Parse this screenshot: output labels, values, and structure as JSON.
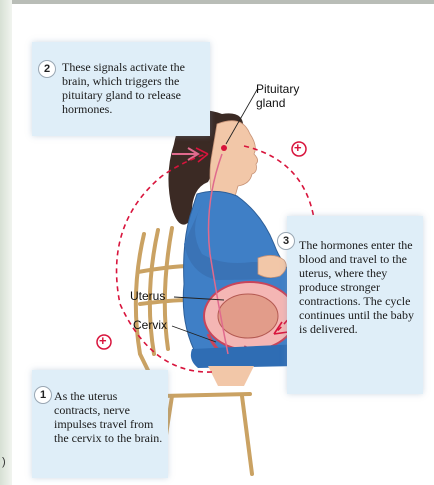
{
  "steps": [
    {
      "number": "1",
      "text": "As the uterus contracts, nerve impulses travel from the cervix to the brain."
    },
    {
      "number": "2",
      "text": "These signals activate the brain, which triggers the pituitary gland to release hormones."
    },
    {
      "number": "3",
      "text": "The hormones enter the blood and travel to the uterus, where they produce stronger contractions. The cycle continues until the baby is delivered."
    }
  ],
  "labels": {
    "pituitary": "Pituitary gland",
    "uterus": "Uterus",
    "cervix": "Cervix"
  },
  "signs": {
    "plus": "+"
  },
  "edge_fragment": ")",
  "colors": {
    "callout_bg": "#dfeef8",
    "cycle_arrow": "#d8143c",
    "shirt": "#3f7fc6",
    "chair": "#d8b578"
  }
}
